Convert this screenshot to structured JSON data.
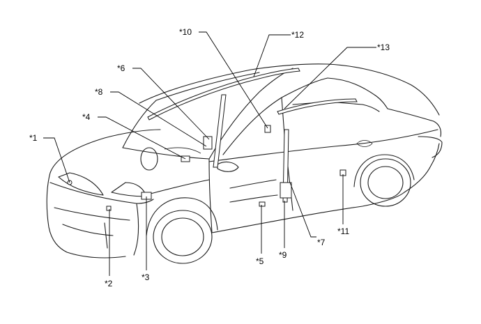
{
  "callouts": [
    {
      "id": "c1",
      "label": "*1"
    },
    {
      "id": "c2",
      "label": "*2"
    },
    {
      "id": "c3",
      "label": "*3"
    },
    {
      "id": "c4",
      "label": "*4"
    },
    {
      "id": "c5",
      "label": "*5"
    },
    {
      "id": "c6",
      "label": "*6"
    },
    {
      "id": "c7",
      "label": "*7"
    },
    {
      "id": "c8",
      "label": "*8"
    },
    {
      "id": "c9",
      "label": "*9"
    },
    {
      "id": "c10",
      "label": "*10"
    },
    {
      "id": "c11",
      "label": "*11"
    },
    {
      "id": "c12",
      "label": "*12"
    },
    {
      "id": "c13",
      "label": "*13"
    }
  ]
}
